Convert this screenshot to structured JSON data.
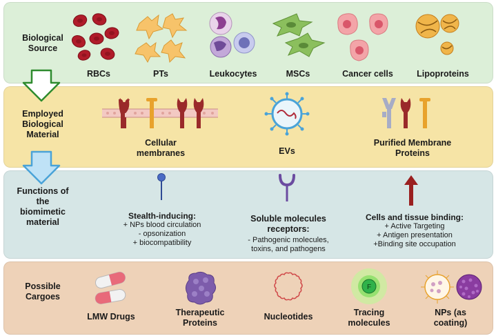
{
  "rows": {
    "biological_source": "Biological Source",
    "employed_material": "Employed Biological Material",
    "functions": "Functions of the biomimetic material",
    "cargoes": "Possible Cargoes"
  },
  "sources": [
    "RBCs",
    "PTs",
    "Leukocytes",
    "MSCs",
    "Cancer cells",
    "Lipoproteins"
  ],
  "materials": {
    "cellular_membranes": "Cellular membranes",
    "evs": "EVs",
    "purified_proteins": "Purified Membrane Proteins"
  },
  "functions": {
    "stealth": {
      "title": "Stealth-inducing:",
      "lines": [
        "+ NPs blood circulation",
        "- opsonization",
        "+ biocompatibility"
      ]
    },
    "soluble": {
      "title": "Soluble molecules receptors:",
      "lines": [
        "- Pathogenic molecules,",
        "toxins, and pathogens"
      ]
    },
    "binding": {
      "title": "Cells and tissue binding:",
      "lines": [
        "+ Active Targeting",
        "+ Antigen presentation",
        "+Binding site occupation"
      ]
    }
  },
  "cargoes": [
    "LMW Drugs",
    "Therapeutic Proteins",
    "Nucleotides",
    "Tracing molecules",
    "NPs (as coating)"
  ],
  "tracing_glyph": "F",
  "colors": {
    "panel_source": "#dcefd8",
    "panel_material": "#f6e4a6",
    "panel_function": "#d6e6e6",
    "panel_cargo": "#eed2b8",
    "arrow_green": "#2e8b2e",
    "arrow_blue": "#4aa3d8",
    "arrow_red": "#9a2020"
  }
}
